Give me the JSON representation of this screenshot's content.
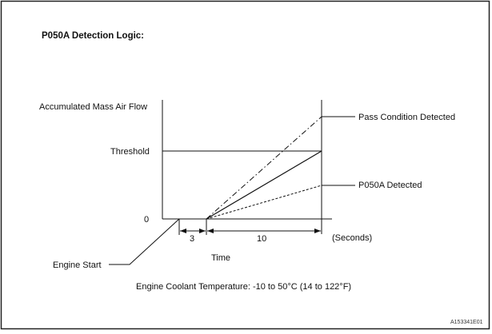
{
  "title": "P050A Detection Logic:",
  "y_axis_label": "Accumulated Mass Air Flow",
  "threshold_label": "Threshold",
  "zero_label": "0",
  "pass_label": "Pass Condition Detected",
  "detected_label": "P050A Detected",
  "interval_1": "3",
  "interval_2": "10",
  "units_label": "(Seconds)",
  "x_axis_label": "Time",
  "engine_start_label": "Engine Start",
  "condition_note": "Engine Coolant Temperature: -10 to 50°C (14 to 122°F)",
  "figure_id": "A153341E01"
}
